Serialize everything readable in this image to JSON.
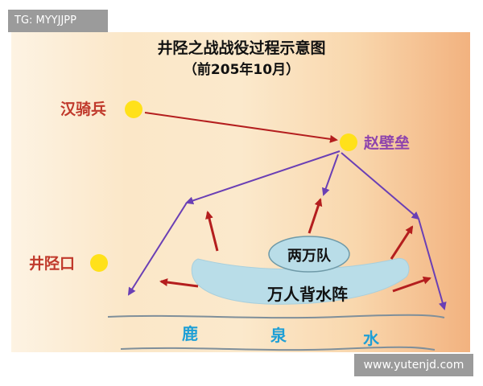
{
  "tag": "TG: MYYJJPP",
  "watermark": "www.yutenjd.com",
  "diagram": {
    "title": "井陉之战战役过程示意图",
    "subtitle": "（前205年10月）",
    "places": {
      "han_cavalry": "汉骑兵",
      "zhao_fort": "赵壁垒",
      "jingxing_pass": "井陉口"
    },
    "troops": {
      "two_squads": "两万队",
      "main_formation": "万人背水阵"
    },
    "river_chars": [
      "鹿",
      "泉",
      "水"
    ]
  },
  "colors": {
    "title_text": "#111111",
    "place_text": "#c0392b",
    "zhao_text": "#8e44ad",
    "troop_text": "#111111",
    "river_text": "#1e9fd6",
    "sun_dot": "#ffe11a",
    "red_arrow": "#b41e1e",
    "purple_arrow": "#6a3fb5",
    "formation_fill": "#b9dde8",
    "river_line": "#7f8f9a"
  }
}
